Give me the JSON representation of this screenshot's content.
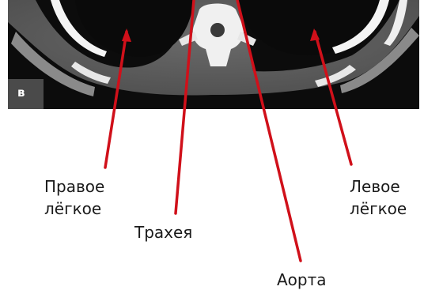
{
  "figure": {
    "panel_letter": "в",
    "labels": {
      "right_lung_line1": "Правое",
      "right_lung_line2": "лёгкое",
      "trachea": "Трахея",
      "aorta": "Аорта",
      "left_lung_line1": "Левое",
      "left_lung_line2": "лёгкое"
    },
    "colors": {
      "arrow": "#d0101a",
      "ct_background": "#0b0b0b",
      "soft_tissue": "#5c5c5c",
      "bone": "#f2f2f2"
    }
  }
}
